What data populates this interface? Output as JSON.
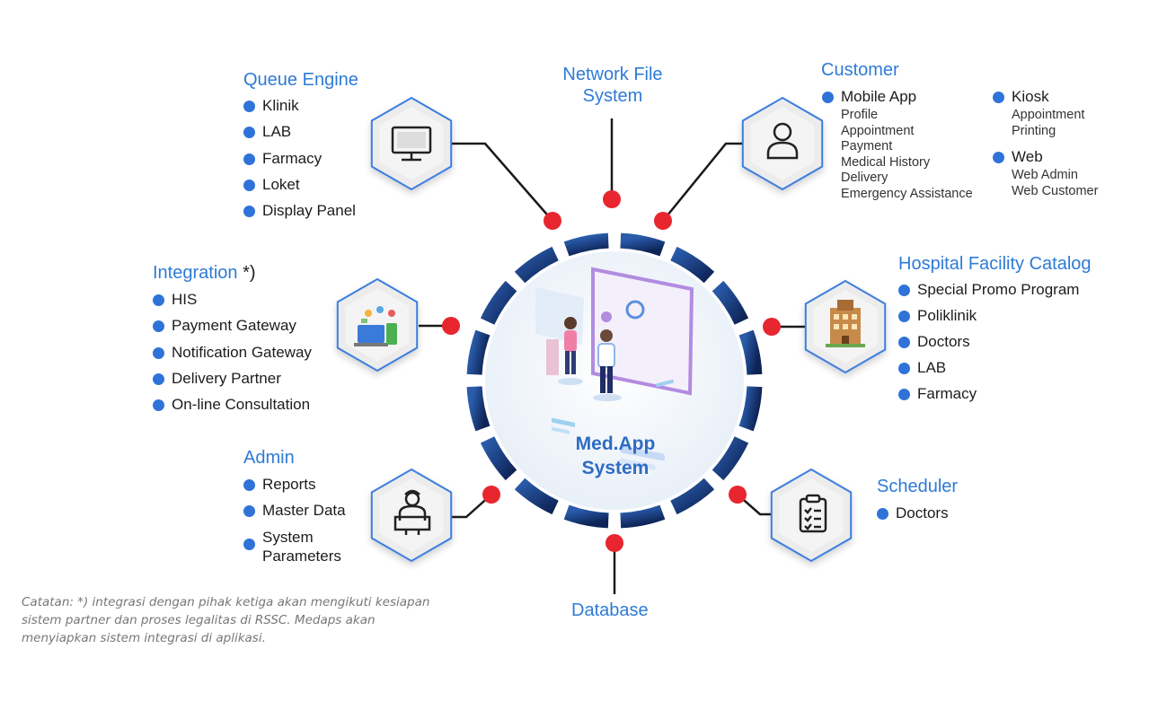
{
  "center": {
    "line1": "Med.App",
    "line2": "System"
  },
  "modules": {
    "queue_engine": {
      "title": "Queue Engine",
      "items": [
        "Klinik",
        "LAB",
        "Farmacy",
        "Loket",
        "Display Panel"
      ],
      "icon": "monitor-icon"
    },
    "network_file_system": {
      "title_line1": "Network File",
      "title_line2": "System"
    },
    "customer": {
      "title": "Customer",
      "icon": "user-icon",
      "mobile_app": {
        "label": "Mobile App",
        "items": [
          "Profile",
          "Appointment",
          "Payment",
          "Medical History",
          "Delivery",
          "Emergency Assistance"
        ]
      },
      "kiosk": {
        "label": "Kiosk",
        "items": [
          "Appointment",
          "Printing"
        ]
      },
      "web": {
        "label": "Web",
        "items": [
          "Web Admin",
          "Web Customer"
        ]
      }
    },
    "integration": {
      "title": "Integration",
      "suffix": "*)",
      "items": [
        "HIS",
        "Payment Gateway",
        "Notification Gateway",
        "Delivery Partner",
        "On-line Consultation"
      ],
      "icon": "devices-icon"
    },
    "hospital_facility_catalog": {
      "title": "Hospital Facility Catalog",
      "items": [
        "Special Promo Program",
        "Poliklinik",
        "Doctors",
        "LAB",
        "Farmacy"
      ],
      "icon": "building-icon"
    },
    "admin": {
      "title": "Admin",
      "items": [
        "Reports",
        "Master Data",
        "System Parameters"
      ],
      "icon": "admin-worker-icon"
    },
    "scheduler": {
      "title": "Scheduler",
      "items": [
        "Doctors"
      ],
      "icon": "clipboard-icon"
    },
    "database": {
      "title": "Database"
    }
  },
  "note": "Catatan: *) integrasi dengan pihak ketiga akan mengikuti kesiapan sistem partner dan proses legalitas di RSSC. Medaps akan menyiapkan sistem integrasi di aplikasi.",
  "colors": {
    "accent_blue": "#2e7bd6",
    "bullet_blue": "#2f73d9",
    "connector_red": "#e8262f",
    "ring_dark": "#17347a"
  }
}
